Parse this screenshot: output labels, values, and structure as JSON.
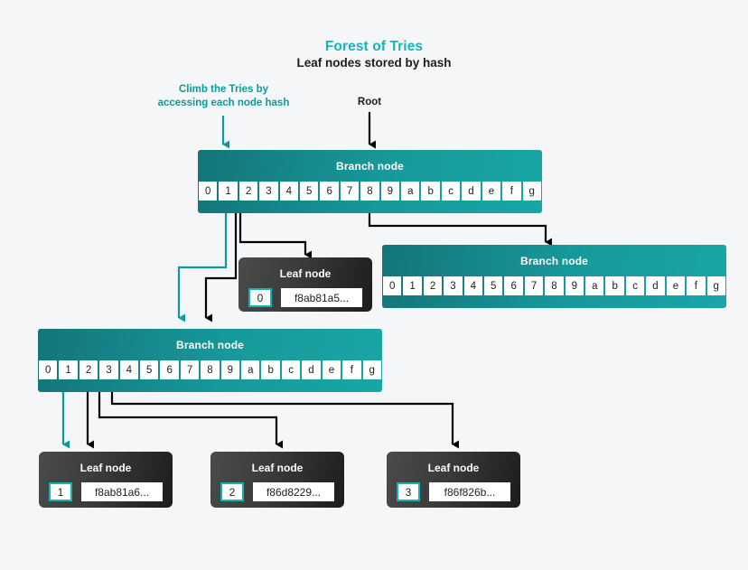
{
  "header": {
    "title": "Forest of Tries",
    "subtitle": "Leaf nodes stored by hash"
  },
  "annotations": {
    "climb": "Climb the Tries by\naccessing each node hash",
    "climb_line1": "Climb the Tries by",
    "climb_line2": "accessing each node hash",
    "root": "Root"
  },
  "labels": {
    "branch_node": "Branch node",
    "leaf_node": "Leaf node"
  },
  "nibbles": [
    "0",
    "1",
    "2",
    "3",
    "4",
    "5",
    "6",
    "7",
    "8",
    "9",
    "a",
    "b",
    "c",
    "d",
    "e",
    "f",
    "g"
  ],
  "nodes": {
    "root_branch": {
      "title": "Branch node",
      "cells": [
        "0",
        "1",
        "2",
        "3",
        "4",
        "5",
        "6",
        "7",
        "8",
        "9",
        "a",
        "b",
        "c",
        "d",
        "e",
        "f",
        "g"
      ]
    },
    "right_branch": {
      "title": "Branch node",
      "cells": [
        "0",
        "1",
        "2",
        "3",
        "4",
        "5",
        "6",
        "7",
        "8",
        "9",
        "a",
        "b",
        "c",
        "d",
        "e",
        "f",
        "g"
      ]
    },
    "lower_branch": {
      "title": "Branch node",
      "cells": [
        "0",
        "1",
        "2",
        "3",
        "4",
        "5",
        "6",
        "7",
        "8",
        "9",
        "a",
        "b",
        "c",
        "d",
        "e",
        "f",
        "g"
      ]
    }
  },
  "leaves": [
    {
      "title": "Leaf node",
      "index": "0",
      "hash": "f8ab81a5..."
    },
    {
      "title": "Leaf node",
      "index": "1",
      "hash": "f8ab81a6..."
    },
    {
      "title": "Leaf node",
      "index": "2",
      "hash": "f86d8229..."
    },
    {
      "title": "Leaf node",
      "index": "3",
      "hash": "f86f826b..."
    }
  ],
  "colors": {
    "accent_teal": "#16b5b5",
    "branch_gradient_start": "#13757a",
    "branch_gradient_end": "#19a6a6",
    "leaf_gradient_start": "#4b4b4b",
    "leaf_gradient_end": "#1c1c1c",
    "connector_teal": "#0a9b9b",
    "connector_dark": "#000000",
    "background": "#f5f6f7"
  }
}
